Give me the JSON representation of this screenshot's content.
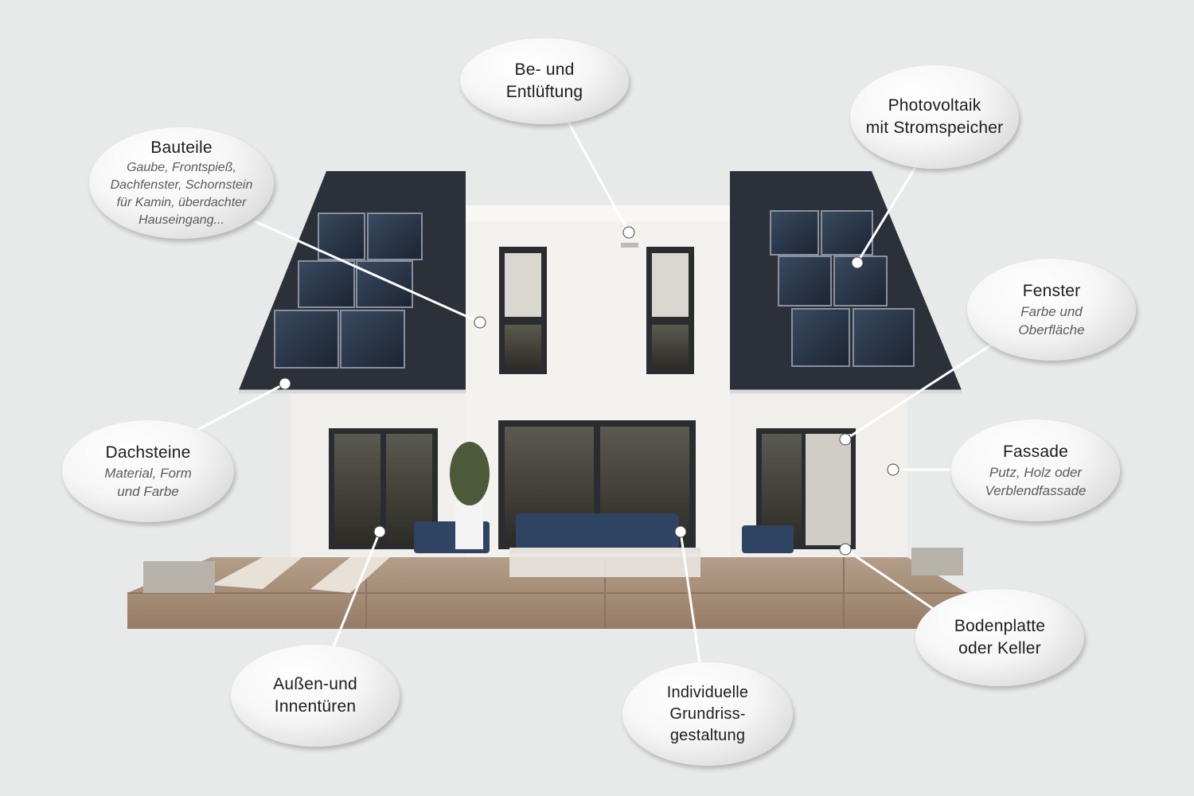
{
  "callouts": {
    "bauteile": {
      "title": "Bauteile",
      "sub": "Gaube, Frontspieß,\nDachfenster, Schornstein\nfür Kamin, überdachter\nHauseingang..."
    },
    "lueftung": {
      "title": "Be- und\nEntlüftung"
    },
    "photovoltaik": {
      "title": "Photovoltaik\nmit Stromspeicher"
    },
    "fenster": {
      "title": "Fenster",
      "sub": "Farbe und\nOberfläche"
    },
    "dachsteine": {
      "title": "Dachsteine",
      "sub": "Material, Form\nund Farbe"
    },
    "fassade": {
      "title": "Fassade",
      "sub": "Putz, Holz oder\nVerblendfassade"
    },
    "bodenplatte": {
      "title": "Bodenplatte\noder Keller"
    },
    "tueren": {
      "title": "Außen-und\nInnentüren"
    },
    "grundriss": {
      "title": "Individuelle\nGrundriss-\ngestaltung"
    }
  },
  "colors": {
    "background": "#e8eaea",
    "roof": "#2c3038",
    "wall": "#f2f0ec",
    "frame": "#2a2c30",
    "deck": "#a48d78"
  }
}
